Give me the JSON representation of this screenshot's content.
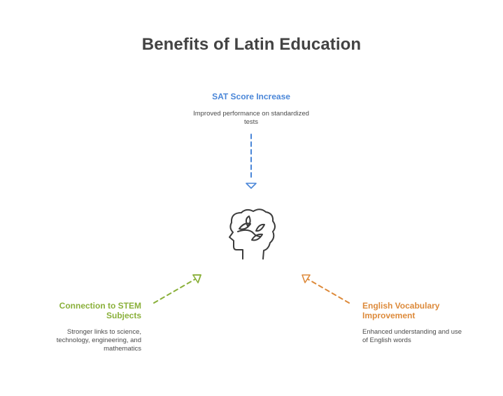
{
  "title": "Benefits of Latin Education",
  "colors": {
    "title": "#434343",
    "top": "#4a86d8",
    "left": "#8ab03a",
    "right": "#dd8a3a",
    "icon": "#3c3c3c"
  },
  "center": {
    "icon": "head-with-leaves-icon"
  },
  "nodes": {
    "top": {
      "heading": "SAT Score Increase",
      "description": "Improved performance on standardized tests"
    },
    "left": {
      "heading": "Connection to STEM Subjects",
      "description": "Stronger links to science, technology, engineering, and mathematics"
    },
    "right": {
      "heading": "English Vocabulary Improvement",
      "description": "Enhanced understanding and use of English words"
    }
  }
}
